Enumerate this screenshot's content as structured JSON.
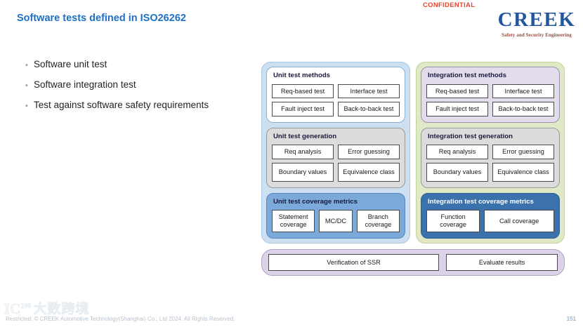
{
  "header": {
    "confidential": "CONFIDENTIAL",
    "logo_word": "CREEK",
    "logo_tagline": "Safety and Security Engineering",
    "title": "Software tests defined in ISO26262",
    "accent_color": "#1f6fc4",
    "confidential_color": "#e8452c"
  },
  "bullets": [
    {
      "text": "Software unit test"
    },
    {
      "text": "Software integration test"
    },
    {
      "text": "Test against software safety requirements"
    }
  ],
  "diagram": {
    "columns": [
      {
        "id": "unit",
        "container_color": "#cde0f2",
        "panels": [
          {
            "title": "Unit test methods",
            "style": "white",
            "rows": [
              [
                "Req-based test",
                "Interface test"
              ],
              [
                "Fault inject test",
                "Back-to-back test"
              ]
            ]
          },
          {
            "title": "Unit test generation",
            "style": "grey",
            "rows": [
              [
                "Req analysis",
                "Error guessing"
              ],
              [
                "Boundary values",
                "Equivalence class"
              ]
            ]
          },
          {
            "title": "Unit test coverage metrics",
            "style": "midblue",
            "rows": [
              [
                "Statement coverage",
                "MC/DC",
                "Branch coverage"
              ]
            ]
          }
        ]
      },
      {
        "id": "integration",
        "container_color": "#dfe9c6",
        "panels": [
          {
            "title": "Integration test methods",
            "style": "lav",
            "rows": [
              [
                "Req-based test",
                "Interface test"
              ],
              [
                "Fault inject test",
                "Back-to-back test"
              ]
            ]
          },
          {
            "title": "Integration test generation",
            "style": "grey",
            "rows": [
              [
                "Req analysis",
                "Error guessing"
              ],
              [
                "Boundary values",
                "Equivalence class"
              ]
            ]
          },
          {
            "title": "Integration test coverage metrics",
            "style": "darkblue",
            "rows": [
              [
                "Function coverage",
                "Call coverage"
              ]
            ]
          }
        ]
      }
    ],
    "bottom_bar": {
      "container_color": "#dcd3e8",
      "items": [
        "Verification of SSR",
        "Evaluate results"
      ]
    }
  },
  "footer": {
    "copyright": "Restricted: © CREEK Automotive Technology(Shanghai) Co., Ltd 2024. All Rights Reserved.",
    "page_number": "151",
    "watermark_latin": "IC",
    "watermark_sup": "100",
    "watermark_cn": "大数跨境"
  }
}
